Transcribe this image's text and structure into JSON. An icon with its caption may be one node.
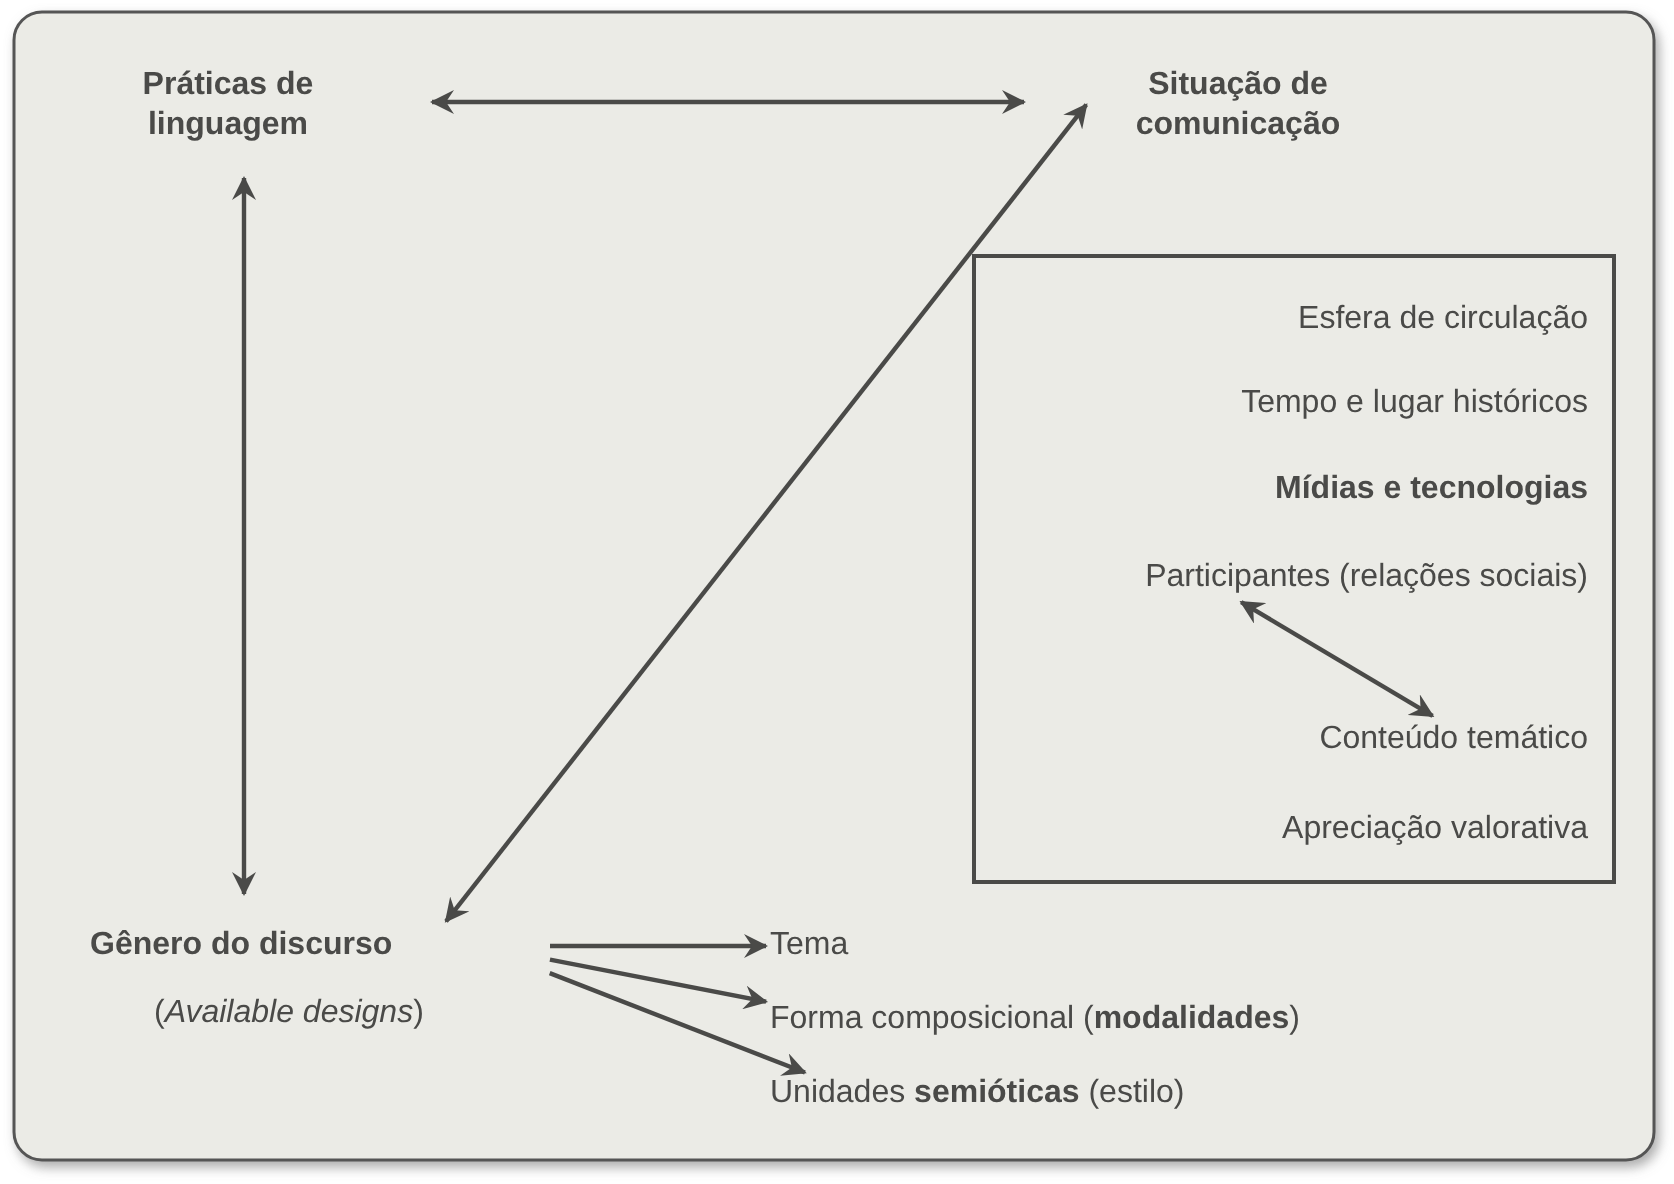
{
  "diagram": {
    "nodes": [
      {
        "text": [
          "Práticas de linguagem"
        ]
      },
      {
        "text": [
          "Situação de comunicação"
        ]
      },
      {
        "text": [],
        "shape": "box"
      },
      {
        "text": [
          "Esfera de circulação"
        ],
        "in": 2
      },
      {
        "text": [
          "Tempo e lugar históricos"
        ],
        "in": 2
      },
      {
        "text": [
          "Mídias e tecnologias"
        ],
        "in": 2
      },
      {
        "text": [
          "Participantes (relações sociais)"
        ],
        "in": 2
      },
      {
        "text": [
          "Conteúdo temático"
        ],
        "in": 2
      },
      {
        "text": [
          "Apreciação valorativa"
        ],
        "in": 2
      },
      {
        "text": [
          "Gênero do discurso",
          "(*Available designs*)"
        ]
      },
      {
        "text": [
          "Tema"
        ]
      },
      {
        "text": [
          "Forma composicional (**modalidades**)"
        ]
      },
      {
        "text": [
          "Unidades **semióticas** (estilo)"
        ]
      }
    ],
    "edges": [
      {
        "from": 0,
        "to": 1,
        "arrow": "both"
      },
      {
        "from": 0,
        "to": 9,
        "arrow": "both"
      },
      {
        "from": 1,
        "to": 9,
        "arrow": "both"
      },
      {
        "from": 6,
        "to": 7,
        "arrow": "both"
      },
      {
        "from": 9,
        "to": 10,
        "arrow": "to"
      },
      {
        "from": 9,
        "to": 11,
        "arrow": "to"
      },
      {
        "from": 9,
        "to": 12,
        "arrow": "to"
      }
    ]
  }
}
